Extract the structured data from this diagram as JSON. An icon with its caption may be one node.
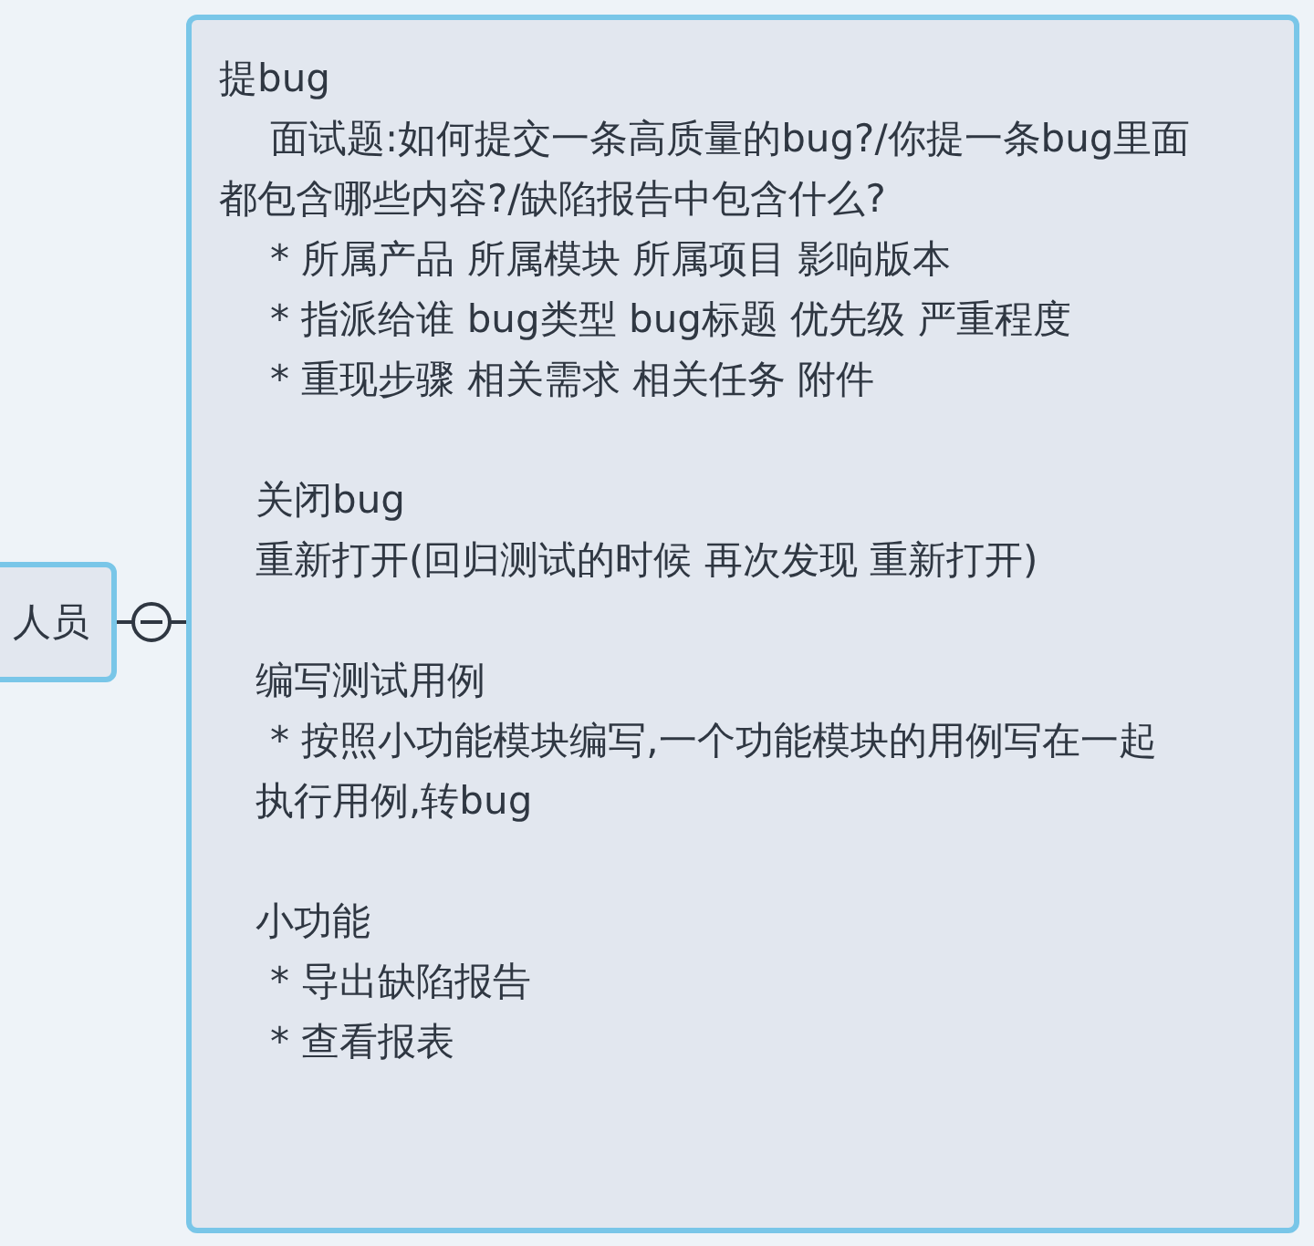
{
  "diagram": {
    "nodes": [
      {
        "text": [
          "人员"
        ]
      },
      {
        "text": [
          "提bug",
          "面试题:如何提交一条高质量的bug?/你提一条bug里面都包含哪些内容?/缺陷报告中包含什么?",
          "* 所属产品 所属模块 所属项目 影响版本",
          "* 指派给谁 bug类型 bug标题 优先级 严重程度",
          "* 重现步骤 相关需求 相关任务 附件",
          "关闭bug",
          "重新打开(回归测试的时候 再次发现 重新打开)",
          "编写测试用例",
          "* 按照小功能模块编写,一个功能模块的用例写在一起",
          "执行用例,转bug",
          "小功能",
          "* 导出缺陷报告",
          "* 查看报表"
        ]
      }
    ],
    "edges": [
      {
        "from": 0,
        "to": 1,
        "arrow": "none"
      }
    ]
  }
}
